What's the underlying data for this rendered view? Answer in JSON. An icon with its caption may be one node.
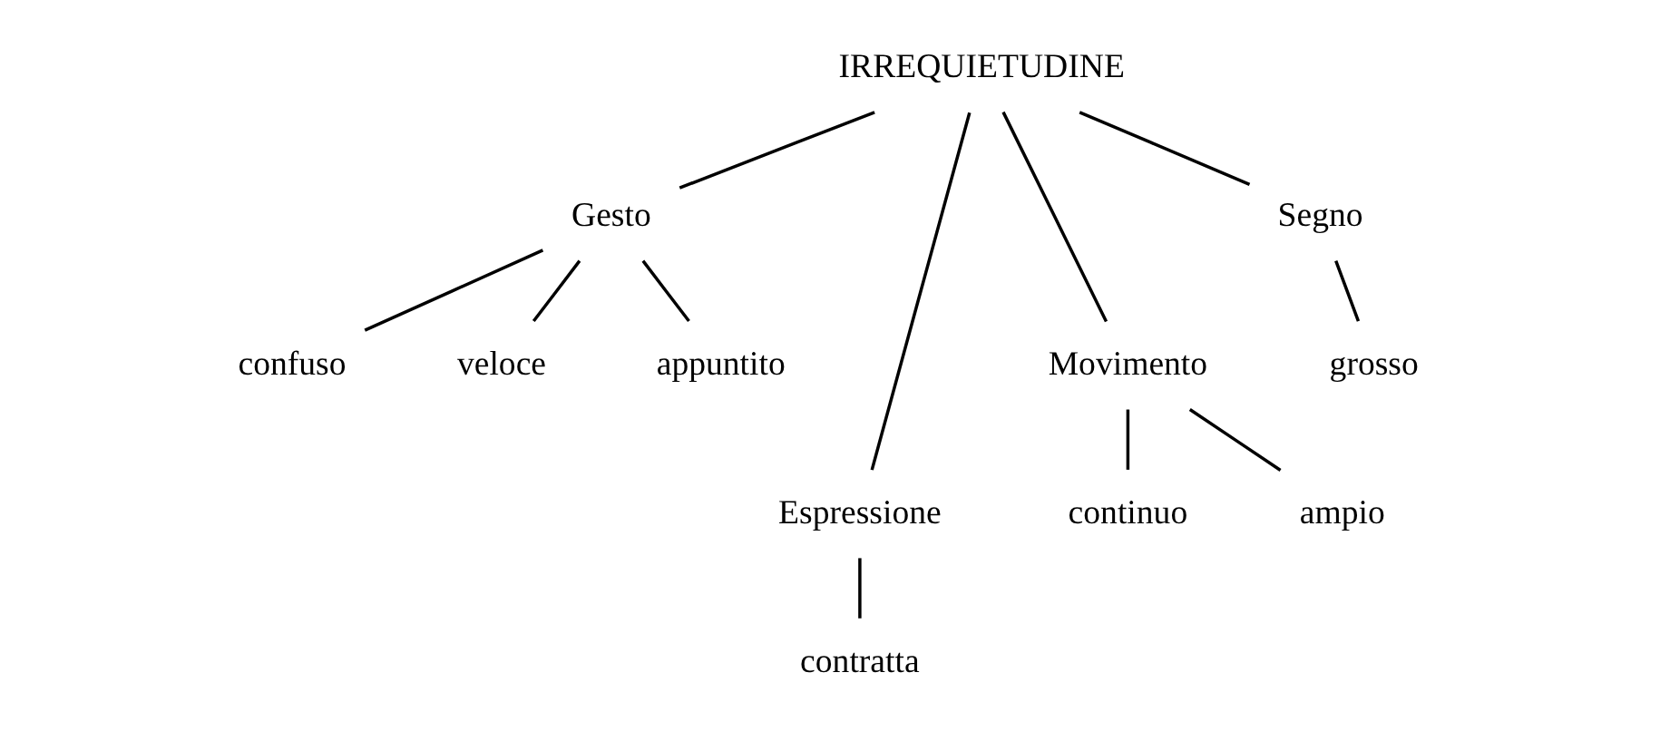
{
  "diagram": {
    "nodes": [
      {
        "text": [
          "IRREQUIETUDINE"
        ]
      },
      {
        "text": [
          "Gesto"
        ]
      },
      {
        "text": [
          "confuso"
        ]
      },
      {
        "text": [
          "veloce"
        ]
      },
      {
        "text": [
          "appuntito"
        ]
      },
      {
        "text": [
          "Espressione"
        ]
      },
      {
        "text": [
          "contratta"
        ]
      },
      {
        "text": [
          "Movimento"
        ]
      },
      {
        "text": [
          "continuo"
        ]
      },
      {
        "text": [
          "ampio"
        ]
      },
      {
        "text": [
          "Segno"
        ]
      },
      {
        "text": [
          "grosso"
        ]
      }
    ],
    "edges": [
      {
        "from": 0,
        "to": 1,
        "arrow": "none"
      },
      {
        "from": 0,
        "to": 5,
        "arrow": "none"
      },
      {
        "from": 0,
        "to": 7,
        "arrow": "none"
      },
      {
        "from": 0,
        "to": 10,
        "arrow": "none"
      },
      {
        "from": 1,
        "to": 2,
        "arrow": "none"
      },
      {
        "from": 1,
        "to": 3,
        "arrow": "none"
      },
      {
        "from": 1,
        "to": 4,
        "arrow": "none"
      },
      {
        "from": 5,
        "to": 6,
        "arrow": "none"
      },
      {
        "from": 7,
        "to": 8,
        "arrow": "none"
      },
      {
        "from": 7,
        "to": 9,
        "arrow": "none"
      },
      {
        "from": 10,
        "to": 11,
        "arrow": "none"
      }
    ]
  }
}
